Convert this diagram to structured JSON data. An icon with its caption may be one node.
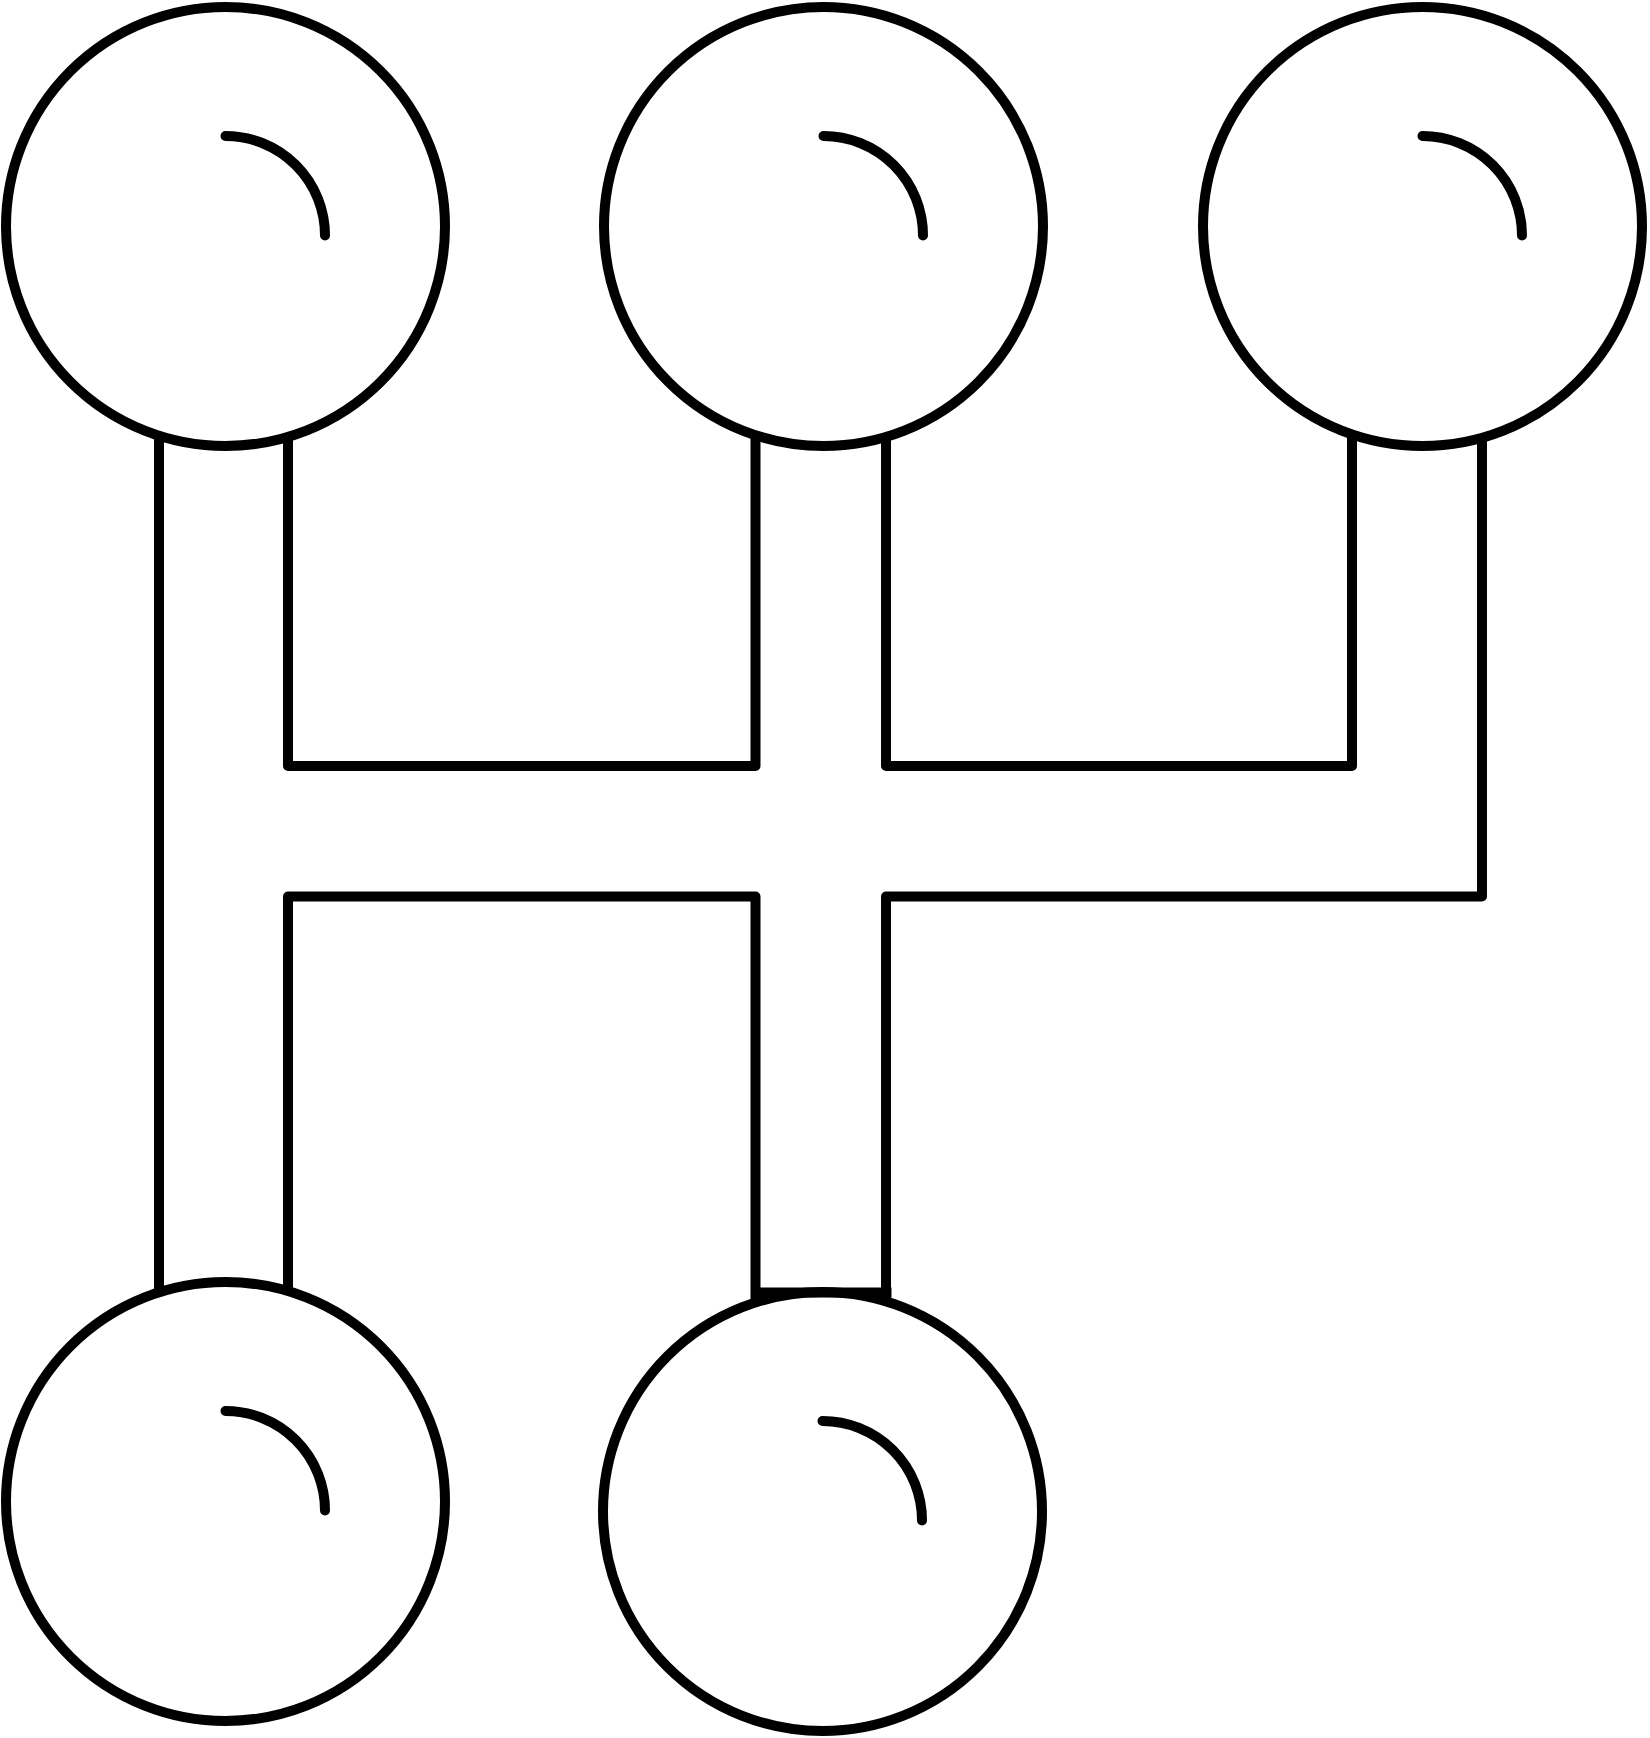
{
  "diagram": {
    "nodes": [
      {
        "text": [],
        "shape": "circle"
      },
      {
        "text": [],
        "shape": "circle"
      },
      {
        "text": [],
        "shape": "circle"
      },
      {
        "text": [],
        "shape": "circle"
      },
      {
        "text": [],
        "shape": "circle"
      }
    ],
    "edges": [
      {
        "from": 0,
        "to": 3,
        "arrow": "none"
      },
      {
        "from": 0,
        "to": 1,
        "arrow": "none"
      },
      {
        "from": 1,
        "to": 2,
        "arrow": "none"
      },
      {
        "from": 2,
        "to": 4,
        "arrow": "none"
      },
      {
        "from": 4,
        "to": 3,
        "arrow": "none"
      }
    ]
  }
}
